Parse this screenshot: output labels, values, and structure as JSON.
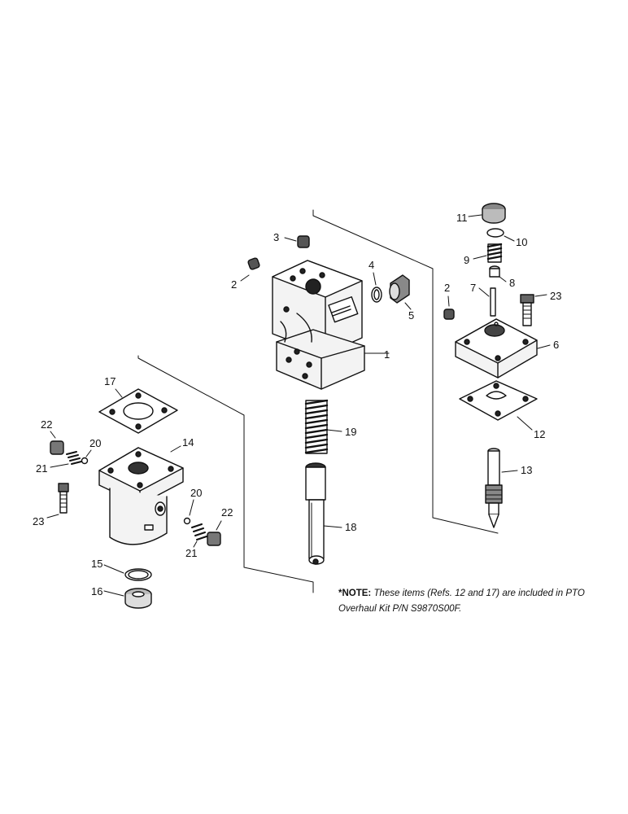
{
  "labels": {
    "ref_1": "1",
    "ref_2a": "2",
    "ref_2b": "2",
    "ref_3": "3",
    "ref_4": "4",
    "ref_5": "5",
    "ref_6": "6",
    "ref_7": "7",
    "ref_8": "8",
    "ref_9": "9",
    "ref_10": "10",
    "ref_11": "11",
    "ref_12": "12",
    "ref_13": "13",
    "ref_14": "14",
    "ref_15": "15",
    "ref_16": "16",
    "ref_17": "17",
    "ref_18": "18",
    "ref_19": "19",
    "ref_20a": "20",
    "ref_20b": "20",
    "ref_21a": "21",
    "ref_21b": "21",
    "ref_22a": "22",
    "ref_22b": "22",
    "ref_23a": "23",
    "ref_23b": "23"
  },
  "note": {
    "prefix": "*NOTE:",
    "body_line1": "These items (Refs. 12 and 17) are included in PTO",
    "body_line2": "Overhaul Kit P/N S9870S00F."
  },
  "colors": {
    "ink": "#111111",
    "background": "#ffffff",
    "shade": "#cfcfcf"
  }
}
